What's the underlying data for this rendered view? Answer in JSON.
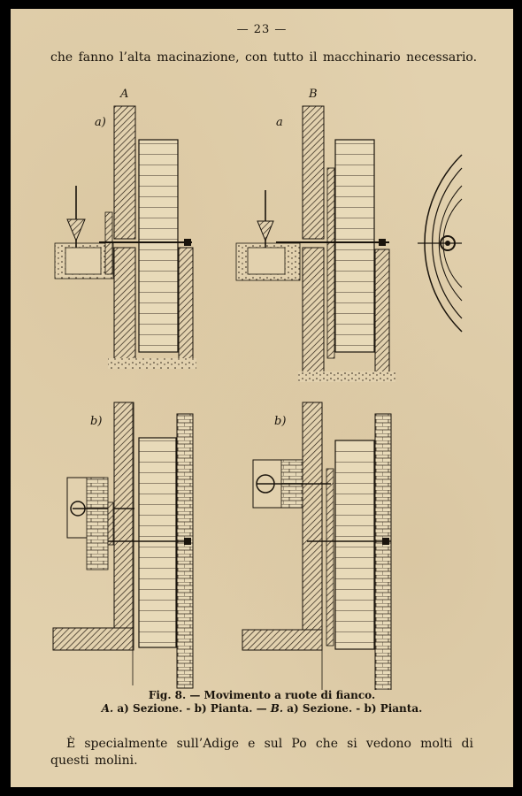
{
  "page": {
    "number": "— 23 —",
    "top_text": "che fanno l’alta macinazione, con tutto il macchinario necessario.",
    "figure": {
      "label_A": "A",
      "label_B": "B",
      "label_a_left": "a)",
      "label_a_right": "a",
      "label_b_left": "b)",
      "label_b_right": "b)"
    },
    "caption_line1": "Fig. 8. — Movimento a ruote di fianco.",
    "caption_line2_A": "A.",
    "caption_line2_mid1": " a) Sezione. - b) Pianta. — ",
    "caption_line2_B": "B.",
    "caption_line2_mid2": " a) Sezione. - b) Pianta.",
    "bottom_text": "È specialmente sull’Adige e sul Po che si vedono molti di questi molini."
  }
}
